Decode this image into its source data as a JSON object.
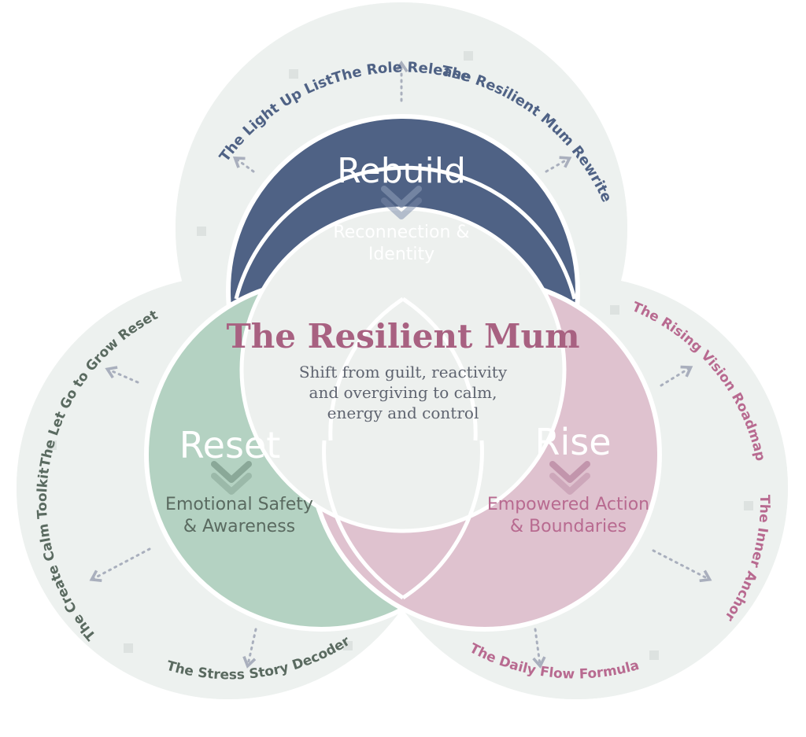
{
  "title": "The Resilient Mum",
  "subtitle_lines": [
    "Shift from guilt, reactivity",
    "and overgiving to calm,",
    "energy and control"
  ],
  "pillars": {
    "rebuild": {
      "name": "Rebuild",
      "desc_lines": [
        "Reconnection &",
        "Identity"
      ]
    },
    "reset": {
      "name": "Reset",
      "desc_lines": [
        "Emotional Safety",
        "& Awareness"
      ]
    },
    "rise": {
      "name": "Rise",
      "desc_lines": [
        "Empowered Action",
        "& Boundaries"
      ]
    }
  },
  "tools": {
    "rebuild": [
      "The Light Up List",
      "The Role Release",
      "The Resilient Mum Rewrite"
    ],
    "reset": [
      "The Let Go to Grow Reset",
      "The Create Calm Toolkit",
      "The Stress Story Decoder"
    ],
    "rise": [
      "The Rising Vision Roadmap",
      "The Inner Anchor",
      "The Daily Flow Formula"
    ]
  },
  "colors": {
    "outer_ring": "#edf1ef",
    "rebuild": "#4f6285",
    "reset": "#b4d2c2",
    "rise": "#dfc2cf",
    "center": "#edf0ee",
    "title": "#a86181",
    "subtitle": "#5f6470",
    "rebuild_label": "#4f6285",
    "reset_label": "#5a6a60",
    "rise_label": "#b86a90",
    "arrow": "#a9afbd"
  }
}
